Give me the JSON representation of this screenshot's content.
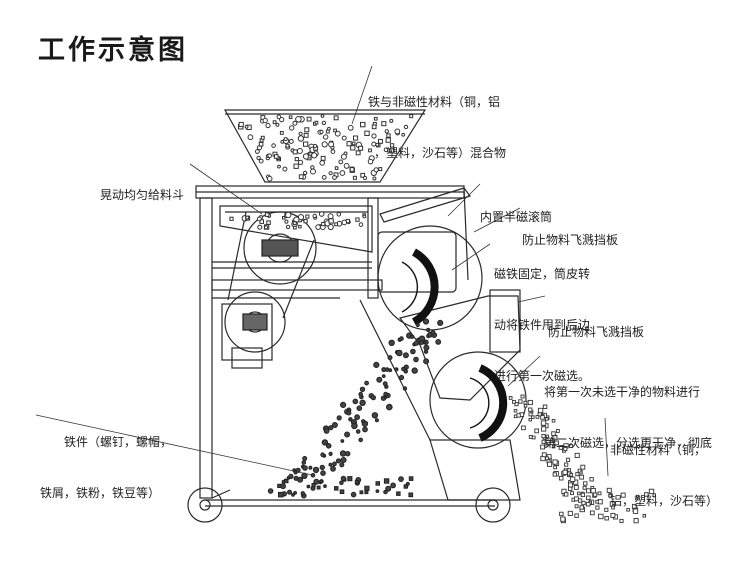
{
  "title": "工作示意图",
  "labels": {
    "mixed_input": [
      "铁与非磁性材料（铜，铝",
      "，塑料，沙石等）混合物"
    ],
    "vibrating_hopper": [
      "晃动均匀给料斗"
    ],
    "inner_drum": [
      "内置半磁滚筒"
    ],
    "splash_guard_1": [
      "防止物料飞溅挡板"
    ],
    "first_separation": [
      "磁铁固定，筒皮转",
      "动将铁件甩到后边",
      "进行第一次磁选。"
    ],
    "splash_guard_2": [
      "防止物料飞溅挡板"
    ],
    "second_separation": [
      "将第一次未选干净的物料进行",
      "第二次磁选，分选更干净，彻底"
    ],
    "iron_output": [
      "铁件（螺钉，螺帽，",
      "铁屑，铁粉，铁豆等）"
    ],
    "nonmagnetic_output": [
      "非磁性材料（铜，",
      "铝，塑料，沙石等）"
    ]
  },
  "colors": {
    "line": "#2a2a2a",
    "magnet": "#111111",
    "text": "#222222"
  }
}
